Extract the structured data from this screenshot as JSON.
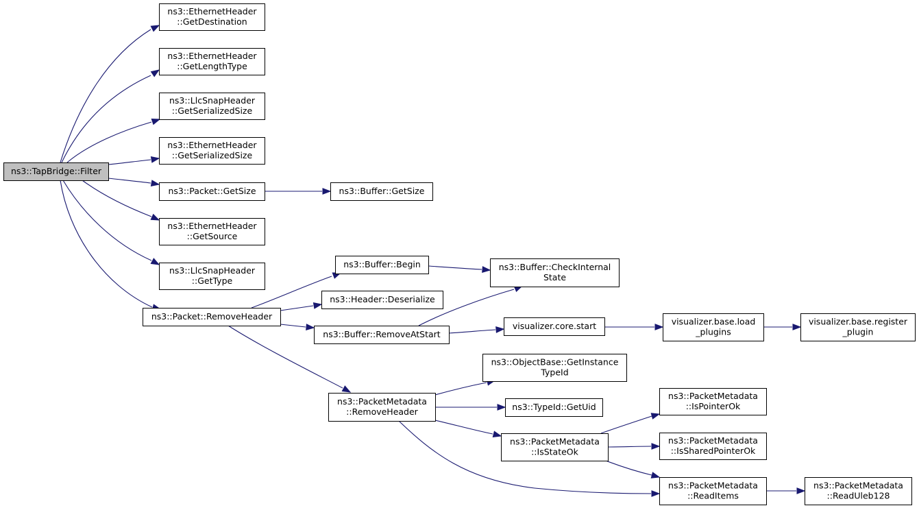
{
  "graph": {
    "type": "call-graph",
    "nodes": [
      {
        "id": "filter",
        "lines": [
          "ns3::TapBridge::Filter"
        ],
        "highlighted": true
      },
      {
        "id": "eth_getdest",
        "lines": [
          "ns3::EthernetHeader",
          "::GetDestination"
        ]
      },
      {
        "id": "eth_getlentype",
        "lines": [
          "ns3::EthernetHeader",
          "::GetLengthType"
        ]
      },
      {
        "id": "llc_getsersize",
        "lines": [
          "ns3::LlcSnapHeader",
          "::GetSerializedSize"
        ]
      },
      {
        "id": "eth_getsersize",
        "lines": [
          "ns3::EthernetHeader",
          "::GetSerializedSize"
        ]
      },
      {
        "id": "packet_getsize",
        "lines": [
          "ns3::Packet::GetSize"
        ]
      },
      {
        "id": "buffer_getsize",
        "lines": [
          "ns3::Buffer::GetSize"
        ]
      },
      {
        "id": "eth_getsource",
        "lines": [
          "ns3::EthernetHeader",
          "::GetSource"
        ]
      },
      {
        "id": "llc_gettype",
        "lines": [
          "ns3::LlcSnapHeader",
          "::GetType"
        ]
      },
      {
        "id": "packet_removeheader",
        "lines": [
          "ns3::Packet::RemoveHeader"
        ]
      },
      {
        "id": "buffer_begin",
        "lines": [
          "ns3::Buffer::Begin"
        ]
      },
      {
        "id": "buffer_checkinternal",
        "lines": [
          "ns3::Buffer::CheckInternal",
          "State"
        ]
      },
      {
        "id": "header_deserialize",
        "lines": [
          "ns3::Header::Deserialize"
        ]
      },
      {
        "id": "buffer_removeatstart",
        "lines": [
          "ns3::Buffer::RemoveAtStart"
        ]
      },
      {
        "id": "vis_core_start",
        "lines": [
          "visualizer.core.start"
        ]
      },
      {
        "id": "vis_base_load",
        "lines": [
          "visualizer.base.load",
          "_plugins"
        ]
      },
      {
        "id": "vis_base_register",
        "lines": [
          "visualizer.base.register",
          "_plugin"
        ]
      },
      {
        "id": "objbase_getinstance",
        "lines": [
          "ns3::ObjectBase::GetInstance",
          "TypeId"
        ]
      },
      {
        "id": "pm_removeheader",
        "lines": [
          "ns3::PacketMetadata",
          "::RemoveHeader"
        ]
      },
      {
        "id": "typeid_getuid",
        "lines": [
          "ns3::TypeId::GetUid"
        ]
      },
      {
        "id": "pm_ispointerok",
        "lines": [
          "ns3::PacketMetadata",
          "::IsPointerOk"
        ]
      },
      {
        "id": "pm_isstateok",
        "lines": [
          "ns3::PacketMetadata",
          "::IsStateOk"
        ]
      },
      {
        "id": "pm_issharedpointerok",
        "lines": [
          "ns3::PacketMetadata",
          "::IsSharedPointerOk"
        ]
      },
      {
        "id": "pm_readitems",
        "lines": [
          "ns3::PacketMetadata",
          "::ReadItems"
        ]
      },
      {
        "id": "pm_readuleb128",
        "lines": [
          "ns3::PacketMetadata",
          "::ReadUleb128"
        ]
      }
    ],
    "edges": [
      {
        "from": "filter",
        "to": "eth_getdest"
      },
      {
        "from": "filter",
        "to": "eth_getlentype"
      },
      {
        "from": "filter",
        "to": "llc_getsersize"
      },
      {
        "from": "filter",
        "to": "eth_getsersize"
      },
      {
        "from": "filter",
        "to": "packet_getsize"
      },
      {
        "from": "filter",
        "to": "eth_getsource"
      },
      {
        "from": "filter",
        "to": "llc_gettype"
      },
      {
        "from": "filter",
        "to": "packet_removeheader"
      },
      {
        "from": "packet_getsize",
        "to": "buffer_getsize"
      },
      {
        "from": "packet_removeheader",
        "to": "buffer_begin"
      },
      {
        "from": "packet_removeheader",
        "to": "header_deserialize"
      },
      {
        "from": "packet_removeheader",
        "to": "buffer_removeatstart"
      },
      {
        "from": "packet_removeheader",
        "to": "pm_removeheader"
      },
      {
        "from": "buffer_begin",
        "to": "buffer_checkinternal"
      },
      {
        "from": "buffer_removeatstart",
        "to": "buffer_checkinternal"
      },
      {
        "from": "buffer_removeatstart",
        "to": "vis_core_start"
      },
      {
        "from": "vis_core_start",
        "to": "vis_base_load"
      },
      {
        "from": "vis_base_load",
        "to": "vis_base_register"
      },
      {
        "from": "pm_removeheader",
        "to": "objbase_getinstance"
      },
      {
        "from": "pm_removeheader",
        "to": "typeid_getuid"
      },
      {
        "from": "pm_removeheader",
        "to": "pm_isstateok"
      },
      {
        "from": "pm_removeheader",
        "to": "pm_readitems"
      },
      {
        "from": "pm_isstateok",
        "to": "pm_ispointerok"
      },
      {
        "from": "pm_isstateok",
        "to": "pm_issharedpointerok"
      },
      {
        "from": "pm_isstateok",
        "to": "pm_readitems"
      },
      {
        "from": "pm_readitems",
        "to": "pm_readuleb128"
      }
    ],
    "colors": {
      "edge": "#191970",
      "node_fill": "#ffffff",
      "highlight_fill": "#bfbfbf",
      "border": "#000000"
    }
  }
}
